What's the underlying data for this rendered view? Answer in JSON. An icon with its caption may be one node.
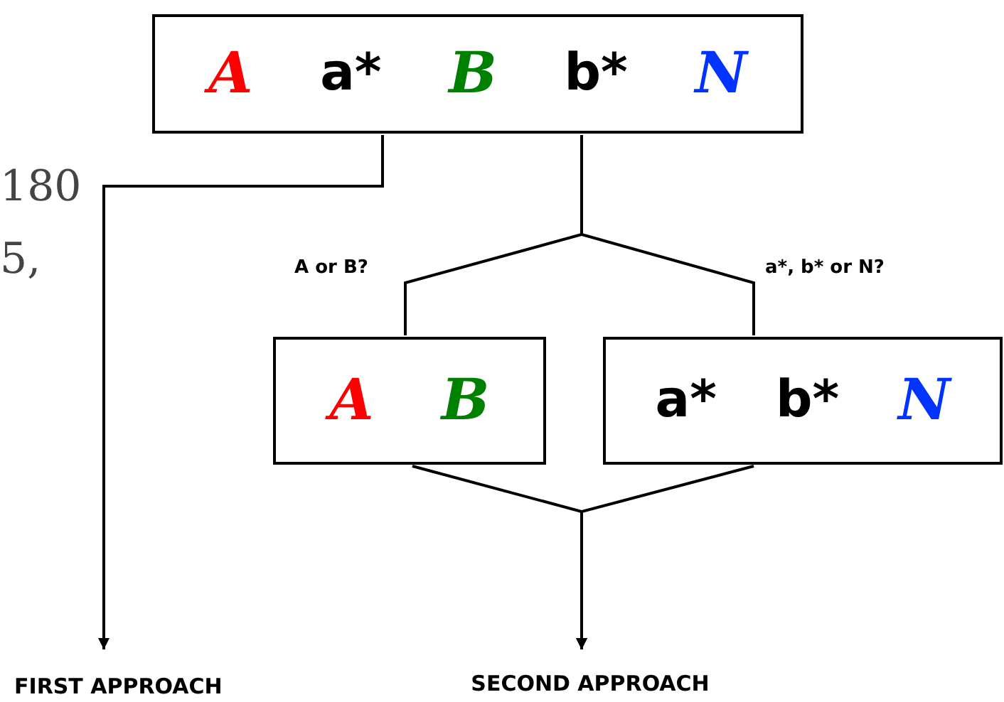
{
  "diagram": {
    "nodes": [
      {
        "text": [
          "A",
          "a*",
          "B",
          "b*",
          "N"
        ]
      },
      {
        "text": [
          "A",
          "B"
        ]
      },
      {
        "text": [
          "a*",
          "b*",
          "N"
        ]
      },
      {
        "text": [
          "FIRST APPROACH"
        ]
      },
      {
        "text": [
          "SECOND APPROACH"
        ]
      }
    ],
    "edges": [
      {
        "from": 0,
        "to": 3,
        "arrow": "to"
      },
      {
        "from": 0,
        "to": 1,
        "arrow": "none",
        "label": "A or B?"
      },
      {
        "from": 0,
        "to": 2,
        "arrow": "none",
        "label": "a*, b* or N?"
      },
      {
        "from": 1,
        "to": 4,
        "arrow": "to"
      },
      {
        "from": 2,
        "to": 4,
        "arrow": "to"
      }
    ],
    "labels": [
      "180",
      "5,"
    ]
  }
}
